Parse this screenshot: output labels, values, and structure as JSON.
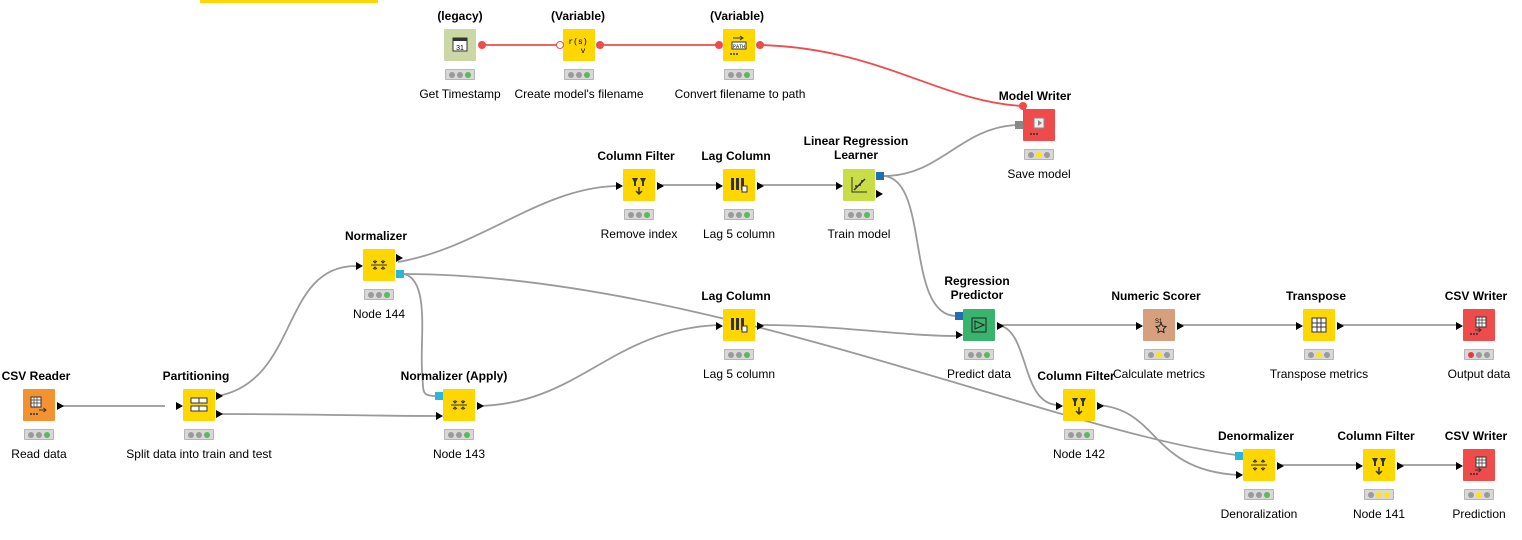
{
  "colors": {
    "source": "#f39230",
    "manipulator": "#ffd700",
    "learner": "#c9dd47",
    "predictor": "#38b46f",
    "sink": "#ef4b4b",
    "scorer": "#d6a07e",
    "legacy": "#cbd8a5",
    "flow_wire": "#ef4b4b",
    "data_wire": "#999999",
    "status_green": "#5cb85c",
    "status_yellow": "#ffe31a",
    "status_red": "#e33b3b"
  },
  "nodes": {
    "get_timestamp": {
      "title": "(legacy)",
      "label": "Get Timestamp",
      "icon": "calendar-icon",
      "status": "green"
    },
    "create_filename": {
      "title": "(Variable)",
      "label": "Create model's filename",
      "icon": "string-manipulation-icon",
      "status": "green"
    },
    "convert_path": {
      "title": "(Variable)",
      "label": "Convert filename to path",
      "icon": "path-icon",
      "status": "green"
    },
    "model_writer": {
      "title": "Model Writer",
      "label": "Save model",
      "icon": "model-writer-icon",
      "status": "yellow"
    },
    "column_filter_1": {
      "title": "Column Filter",
      "label": "Remove index",
      "icon": "column-filter-icon",
      "status": "green"
    },
    "lag_column_1": {
      "title": "Lag Column",
      "label": "Lag 5 column",
      "icon": "lag-column-icon",
      "status": "green"
    },
    "lr_learner": {
      "title": "Linear Regression\nLearner",
      "label": "Train model",
      "icon": "regression-learner-icon",
      "status": "green"
    },
    "normalizer": {
      "title": "Normalizer",
      "label": "Node 144",
      "icon": "normalizer-icon",
      "status": "green"
    },
    "lag_column_2": {
      "title": "Lag Column",
      "label": "Lag 5 column",
      "icon": "lag-column-icon",
      "status": "green"
    },
    "regression_predictor": {
      "title": "Regression\nPredictor",
      "label": "Predict data",
      "icon": "predictor-icon",
      "status": "green"
    },
    "numeric_scorer": {
      "title": "Numeric Scorer",
      "label": "Calculate metrics",
      "icon": "scorer-icon",
      "status": "yellow"
    },
    "transpose": {
      "title": "Transpose",
      "label": "Transpose metrics",
      "icon": "transpose-icon",
      "status": "yellow"
    },
    "csv_writer_1": {
      "title": "CSV Writer",
      "label": "Output data",
      "icon": "csv-writer-icon",
      "status": "red"
    },
    "csv_reader": {
      "title": "CSV Reader",
      "label": "Read data",
      "icon": "csv-reader-icon",
      "status": "green"
    },
    "partitioning": {
      "title": "Partitioning",
      "label": "Split data into train and test",
      "icon": "partitioning-icon",
      "status": "green"
    },
    "normalizer_apply": {
      "title": "Normalizer (Apply)",
      "label": "Node 143",
      "icon": "normalizer-apply-icon",
      "status": "green"
    },
    "column_filter_2": {
      "title": "Column Filter",
      "label": "Node 142",
      "icon": "column-filter-icon",
      "status": "green"
    },
    "denormalizer": {
      "title": "Denormalizer",
      "label": "Denoralization",
      "icon": "denormalizer-icon",
      "status": "green"
    },
    "column_filter_3": {
      "title": "Column Filter",
      "label": "Node 141",
      "icon": "column-filter-icon",
      "status": "yellow"
    },
    "csv_writer_2": {
      "title": "CSV Writer",
      "label": "Prediction",
      "icon": "csv-writer-icon",
      "status": "yellow"
    }
  }
}
